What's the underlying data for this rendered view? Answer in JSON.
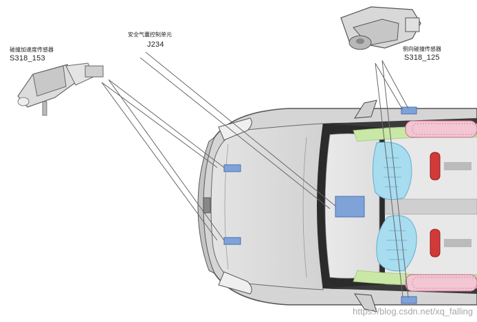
{
  "labels": {
    "front_sensor": {
      "name": "碰撞加速度传感器",
      "code": "S318_153"
    },
    "control_unit": {
      "name": "安全气囊控制单元",
      "code": "J234"
    },
    "side_sensor": {
      "name": "侧向碰撞传感器",
      "code": "S318_125"
    }
  },
  "watermark": "https://blog.csdn.net/xq_falling",
  "colors": {
    "sensor_blue": "#7fa3d9",
    "airbag_blue": "#a8dcef",
    "body_grey": "#d9d9d9",
    "seat_pink": "#f2c6d2",
    "airbag_green": "#c9e8a6"
  }
}
